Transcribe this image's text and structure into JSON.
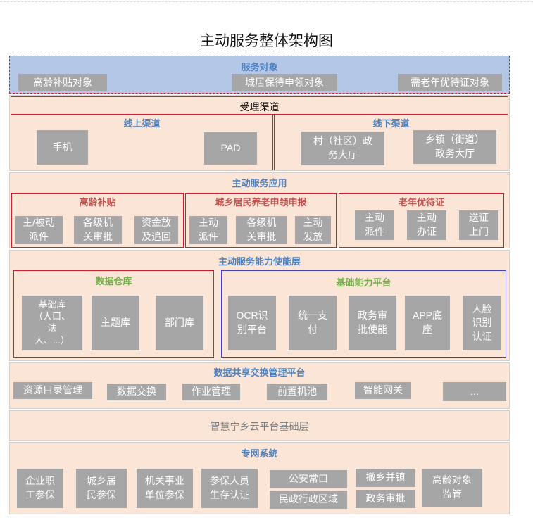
{
  "title": "主动服务整体架构图",
  "service_objects": {
    "title": "服务对象",
    "items": [
      "高龄补贴对象",
      "城居保待申领对象",
      "需老年优待证对象"
    ]
  },
  "channels": {
    "title": "受理渠道",
    "online": {
      "title": "线上渠道",
      "items": [
        "手机",
        "PAD"
      ]
    },
    "offline": {
      "title": "线下渠道",
      "items": [
        "村（社区）政\n务大厅",
        "乡镇（街道）\n政务大厅"
      ]
    }
  },
  "applications": {
    "title": "主动服务应用",
    "groups": [
      {
        "title": "高龄补贴",
        "items": [
          "主/被动\n派件",
          "各级机\n关审批",
          "资金放\n及追回"
        ]
      },
      {
        "title": "城乡居民养老申领申报",
        "items": [
          "主动\n派件",
          "各级机\n关审批",
          "主动\n发放"
        ]
      },
      {
        "title": "老年优待证",
        "items": [
          "主动\n派件",
          "主动\n办证",
          "送证\n上门"
        ]
      }
    ]
  },
  "capability": {
    "title": "主动服务能力使能层",
    "warehouse": {
      "title": "数据仓库",
      "items": [
        "基础库\n（人口、\n法\n人、...）",
        "主题库",
        "部门库"
      ]
    },
    "platform": {
      "title": "基础能力平台",
      "items": [
        "OCR识\n别平台",
        "统一支\n付",
        "政务审\n批使能",
        "APP底\n座",
        "人脸\n识别\n认证"
      ]
    }
  },
  "data_sharing": {
    "title": "数据共享交换管理平台",
    "items": [
      "资源目录管理",
      "数据交换",
      "作业管理",
      "前置机池",
      "智能网关",
      "..."
    ]
  },
  "cloud": {
    "title": "智慧宁乡云平台基础层"
  },
  "network": {
    "title": "专网系统",
    "items": [
      "企业职\n工参保",
      "城乡居\n民参保",
      "机关事业\n单位参保",
      "参保人员\n生存认证",
      "公安常口",
      "民政行政区域",
      "撤乡并镇",
      "政务审批",
      "高龄对象\n监管"
    ]
  },
  "colors": {
    "layer_bg": "#fbe5d6",
    "service_bg": "#b4c7e7",
    "box": "#a6a6a6",
    "frame_red": "#d0202a",
    "frame_blue": "#4040c0",
    "title_blue": "#4f81bd",
    "title_red": "#c0504d",
    "title_green": "#70ad47"
  }
}
